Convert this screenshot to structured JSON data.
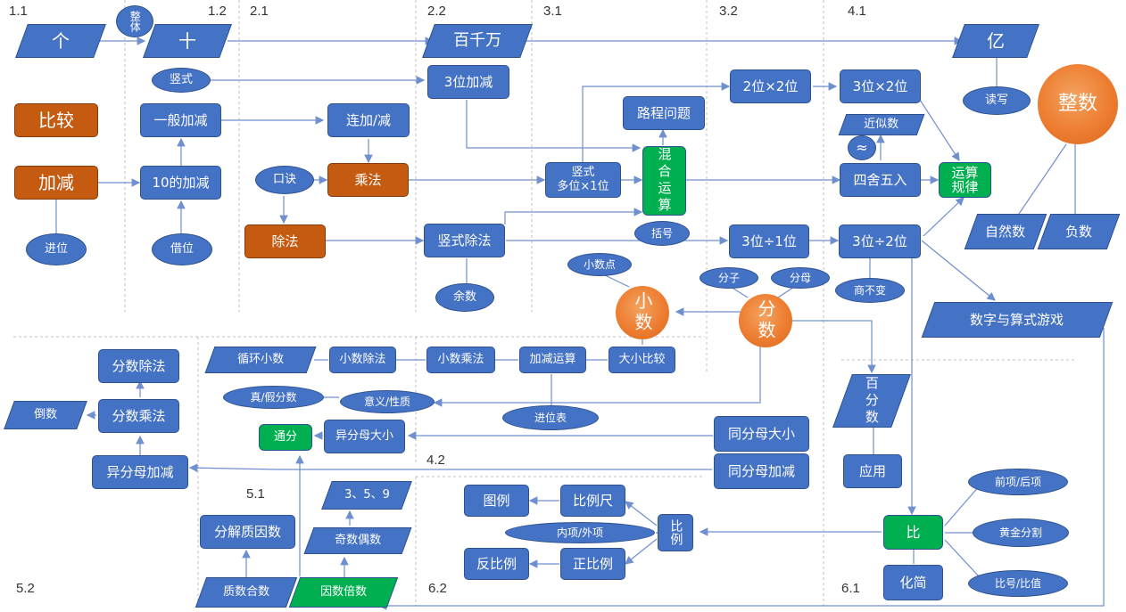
{
  "sections": {
    "s11": "1.1",
    "s12": "1.2",
    "s21": "2.1",
    "s22": "2.2",
    "s31": "3.1",
    "s32": "3.2",
    "s41": "4.1",
    "s42": "4.2",
    "s51": "5.1",
    "s52": "5.2",
    "s61": "6.1",
    "s62": "6.2"
  },
  "nodes": {
    "ge": "个",
    "zhengti": "整体",
    "shi": "十",
    "baiqianwan": "百千万",
    "yi": "亿",
    "duxie": "读写",
    "shushi": "竖式",
    "bijiao": "比较",
    "jiajian": "加减",
    "yibanjiajian": "一般加减",
    "jiajian10": "10的加减",
    "jinwei": "进位",
    "jiewei": "借位",
    "lianjiajian": "连加/减",
    "koujue": "口诀",
    "chengfa": "乘法",
    "chufa": "除法",
    "wei3jiajian": "3位加减",
    "shushiduowei": "竖式\n多位×1位",
    "luchengwenti": "路程问题",
    "hunheyunsuan": "混合运算",
    "kuohao": "括号",
    "shushichufa": "竖式除法",
    "yushu": "余数",
    "w2x2": "2位×2位",
    "w3x2": "3位×2位",
    "jinsishu": "近似数",
    "approx": "≈",
    "sishewuru": "四舍五入",
    "yunsuanguilv": "运算\n规律",
    "zhengshu": "整数",
    "w3d1": "3位÷1位",
    "w3d2": "3位÷2位",
    "zirangshu": "自然数",
    "fushu": "负数",
    "shangbubian": "商不变",
    "shuziyouxi": "数字与算式游戏",
    "fenzi": "分子",
    "fenmu": "分母",
    "fenshu": "分数",
    "xiaoshudian": "小数点",
    "xiaoshu": "小数",
    "xunhuanxiaoshu": "循环小数",
    "xiaoshuchufa": "小数除法",
    "xiaoshuchengfa": "小数乘法",
    "jiajianyunsuan": "加减运算",
    "daxiaobijiao": "大小比较",
    "jinweibiao": "进位表",
    "zhenjiafenshu": "真/假分数",
    "yiyixingzhi": "意义/性质",
    "tongfenmudaxiao": "同分母大小",
    "tongfenmujiajian": "同分母加减",
    "tongfen": "通分",
    "yifenmudaxiao": "异分母大小",
    "fenshuchufa": "分数除法",
    "fenshuchengfa": "分数乘法",
    "daoshu": "倒数",
    "yifenmujiajian": "异分母加减",
    "baifenshu": "百分数",
    "yingyong": "应用",
    "fenjiezhiyinshu": "分解质因数",
    "zhishuheshu": "质数合数",
    "yinshubeishu": "因数倍数",
    "jishuoushu": "奇数偶数",
    "s359": "3、5、9",
    "tuli": "图例",
    "bilichi": "比例尺",
    "neixiangwaixiang": "内项/外项",
    "bili": "比例",
    "fanbili": "反比例",
    "zhengbili": "正比例",
    "bi": "比",
    "huajian": "化简",
    "qianxianghouxiang": "前项/后项",
    "huangjinfenge": "黄金分割",
    "bihaobizhi": "比号/比值"
  },
  "colors": {
    "blue": "#4472c4",
    "blue_border": "#2f528f",
    "orange": "#c55a11",
    "green": "#00b050",
    "circle": "#ed7d31",
    "edge": "#6f8fcf"
  }
}
